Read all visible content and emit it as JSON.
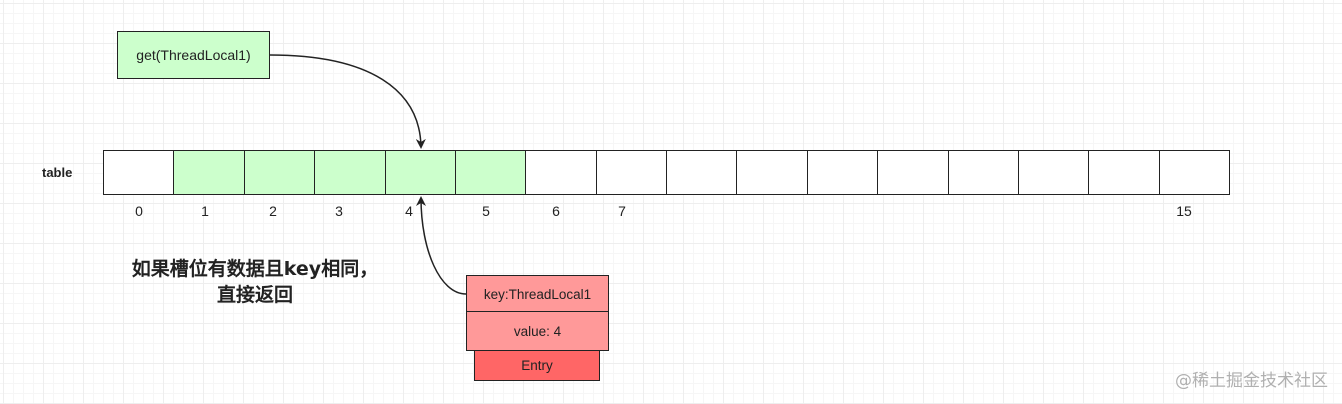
{
  "get_call": {
    "label": "get(ThreadLocal1)"
  },
  "table": {
    "label": "table",
    "slot_count": 16,
    "filled_slots": [
      1,
      2,
      3,
      4,
      5
    ],
    "index_labels": [
      "0",
      "1",
      "2",
      "3",
      "4",
      "5",
      "6",
      "7",
      "15"
    ]
  },
  "note": {
    "line1": "如果槽位有数据且key相同，",
    "line2": "直接返回"
  },
  "entry": {
    "key_label": "key:ThreadLocal1",
    "value_label": "value: 4",
    "name": "Entry"
  },
  "colors": {
    "filled_slot": "#ccffcc",
    "entry_field": "#ff9999",
    "entry_header": "#ff6666",
    "line": "#222222"
  },
  "watermark": "@稀土掘金技术社区"
}
